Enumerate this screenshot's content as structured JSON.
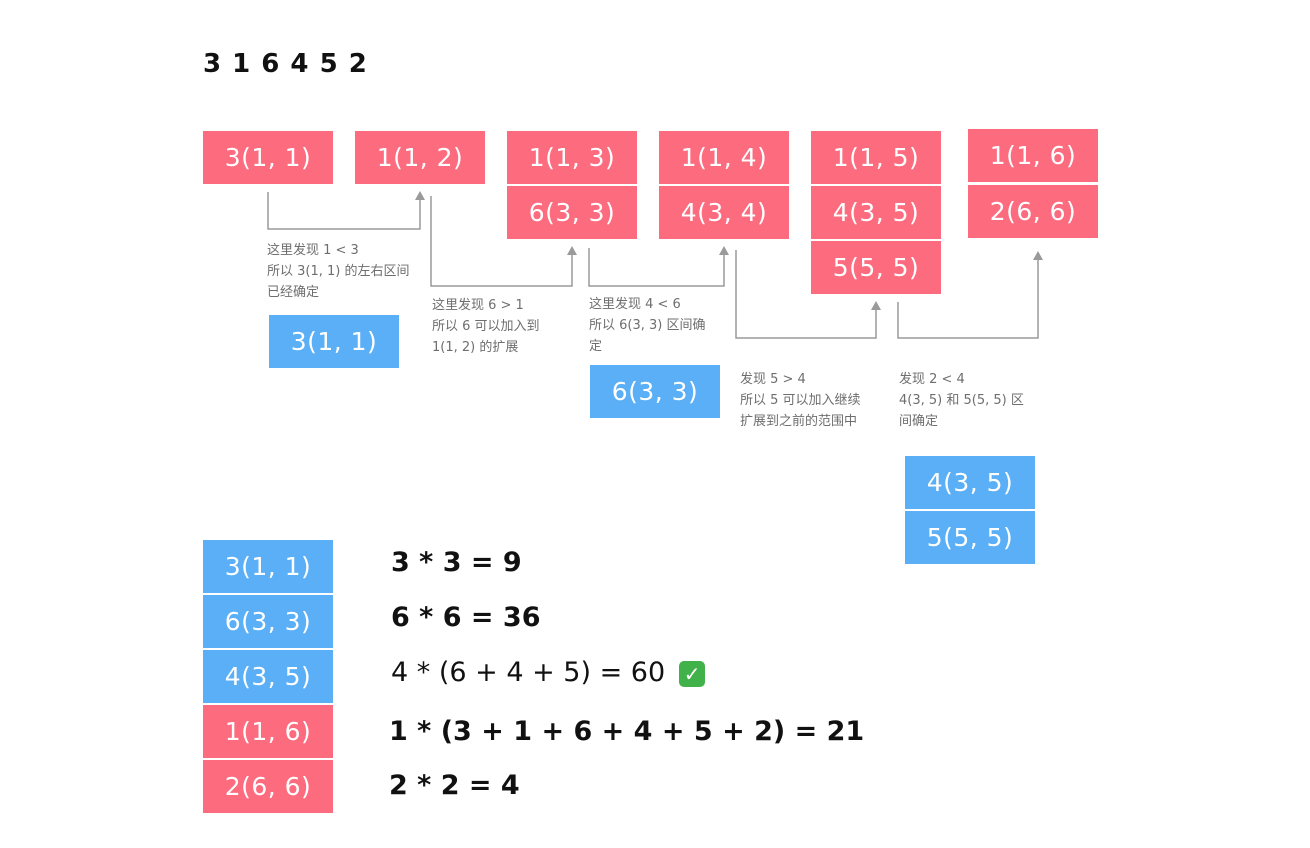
{
  "sequence": "3 1 6 4 5 2",
  "stacks": [
    [
      "3(1, 1)"
    ],
    [
      "1(1, 2)"
    ],
    [
      "1(1, 3)",
      "6(3, 3)"
    ],
    [
      "1(1, 4)",
      "4(3, 4)"
    ],
    [
      "1(1, 5)",
      "4(3, 5)",
      "5(5, 5)"
    ],
    [
      "1(1, 6)",
      "2(6, 6)"
    ]
  ],
  "notes": [
    [
      "这里发现 1 < 3",
      "所以 3(1, 1) 的左右区间",
      "已经确定"
    ],
    [
      "这里发现 6 > 1",
      "所以 6 可以加入到",
      "1(1, 2) 的扩展"
    ],
    [
      "这里发现 4 < 6",
      "所以 6(3, 3) 区间确",
      "定"
    ],
    [
      "发现 5 > 4",
      "所以 5 可以加入继续",
      "扩展到之前的范围中"
    ],
    [
      "发现 2 < 4",
      "4(3, 5) 和 5(5, 5) 区",
      "间确定"
    ]
  ],
  "popped": {
    "a": "3(1, 1)",
    "b": "6(3, 3)",
    "c": [
      "4(3, 5)",
      "5(5, 5)"
    ]
  },
  "results": [
    {
      "label": "3(1, 1)",
      "color": "blue",
      "calc": "3 * 3 = 9"
    },
    {
      "label": "6(3, 3)",
      "color": "blue",
      "calc": "6 * 6 = 36"
    },
    {
      "label": "4(3, 5)",
      "color": "blue",
      "calc": "4 * (6 + 4 + 5) = 60",
      "check": "✓"
    },
    {
      "label": "1(1, 6)",
      "color": "red",
      "calc": "1 * (3 + 1 + 6 + 4 + 5 + 2) = 21"
    },
    {
      "label": "2(6, 6)",
      "color": "red",
      "calc": "2 * 2 = 4"
    }
  ],
  "colors": {
    "red": "#fd6b7f",
    "blue": "#5aaff6",
    "arrow": "#9a9a9a"
  }
}
